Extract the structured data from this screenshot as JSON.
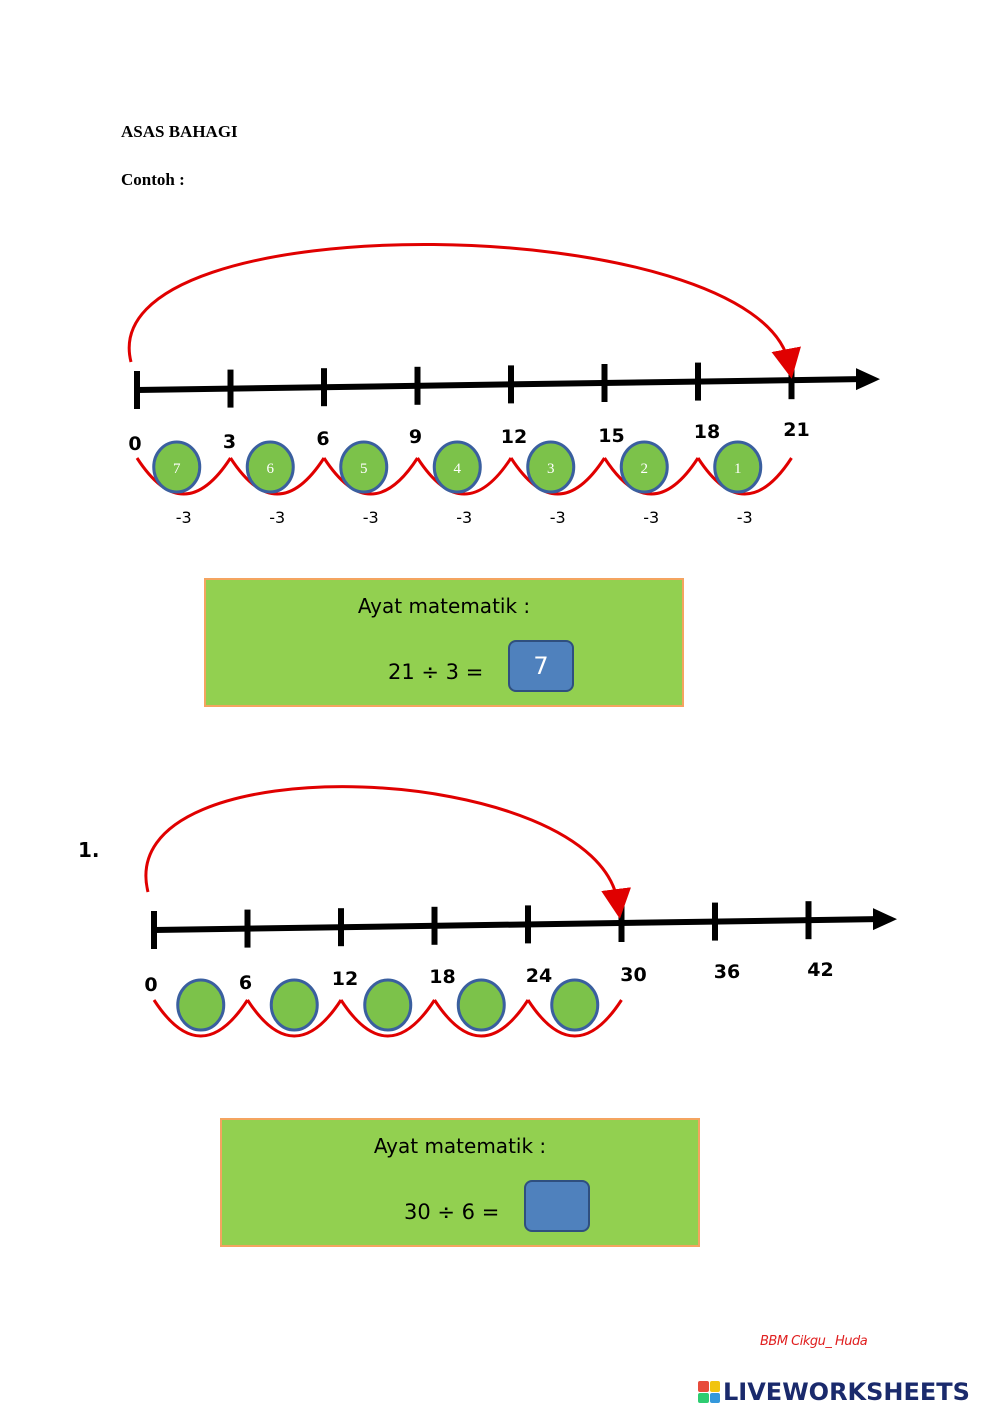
{
  "title": "ASAS BAHAGI",
  "example_label": "Contoh :",
  "question_number": "1.",
  "example": {
    "tick_labels": [
      "0",
      "3",
      "6",
      "9",
      "12",
      "15",
      "18",
      "21"
    ],
    "bubble_numbers": [
      "7",
      "6",
      "5",
      "4",
      "3",
      "2",
      "1"
    ],
    "jump_labels": [
      "-3",
      "-3",
      "-3",
      "-3",
      "-3",
      "-3",
      "-3"
    ],
    "box_title": "Ayat matematik :",
    "equation": "21  ÷  3  =",
    "answer": "7"
  },
  "question": {
    "tick_labels": [
      "0",
      "6",
      "12",
      "18",
      "24",
      "30",
      "36",
      "42"
    ],
    "box_title": "Ayat matematik :",
    "equation": "30  ÷  6  =",
    "answer": ""
  },
  "credit": "BBM Cikgu_ Huda",
  "brand": "LIVEWORKSHEETS",
  "colors": {
    "arc": "#e00000",
    "bubble_fill": "#7cc24a",
    "bubble_stroke": "#3a5f9f",
    "box_fill": "#92d050",
    "box_border": "#f4a460",
    "answer_fill": "#4f81bd"
  }
}
